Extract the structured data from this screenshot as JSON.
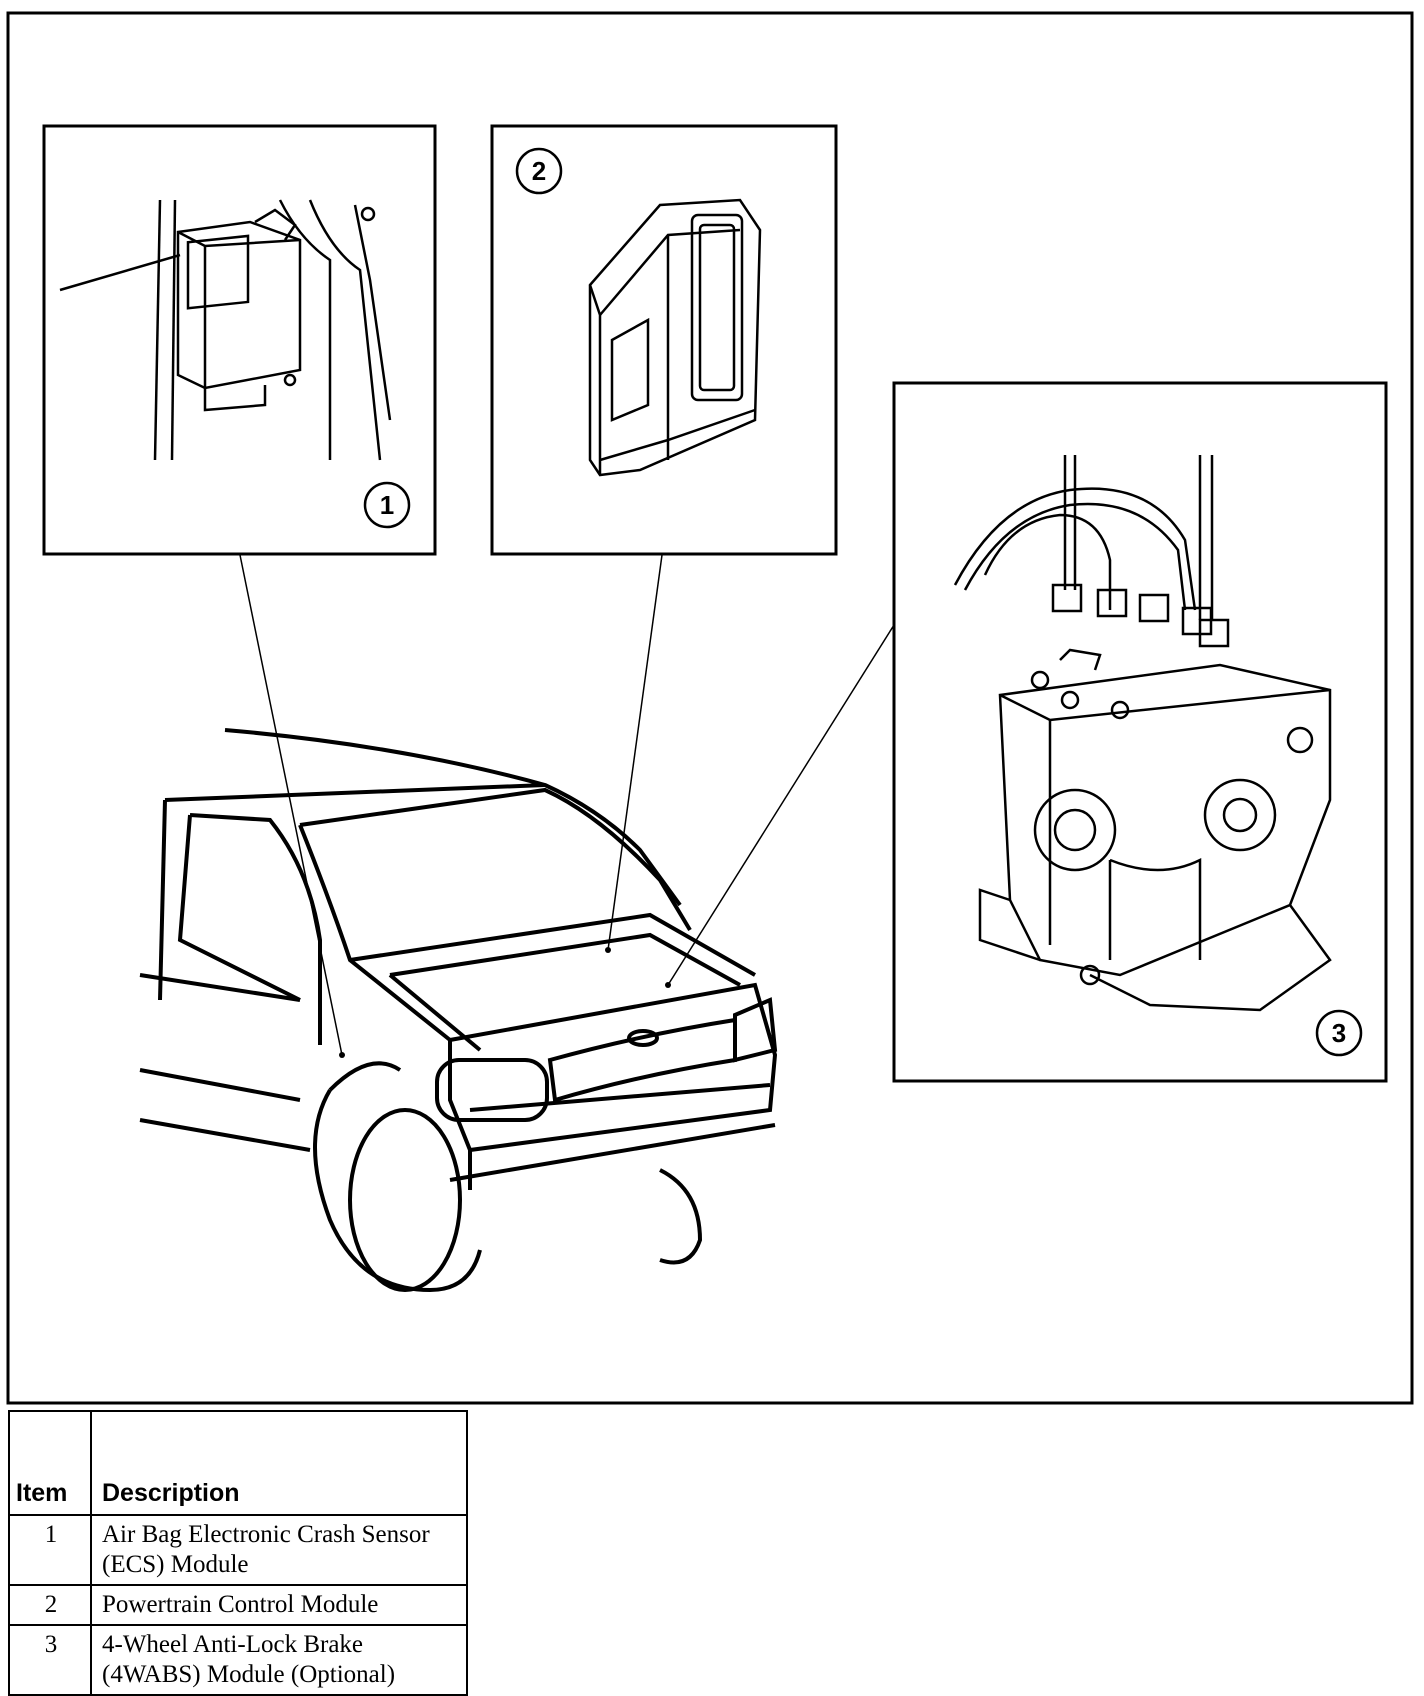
{
  "diagram": {
    "callouts": [
      "1",
      "2",
      "3"
    ]
  },
  "legend": {
    "headers": {
      "item": "Item",
      "description": "Description"
    },
    "rows": [
      {
        "item": "1",
        "description": "Air Bag Electronic Crash Sensor (ECS) Module"
      },
      {
        "item": "2",
        "description": "Powertrain Control Module"
      },
      {
        "item": "3",
        "description": "4-Wheel Anti-Lock Brake (4WABS) Module (Optional)"
      }
    ]
  }
}
